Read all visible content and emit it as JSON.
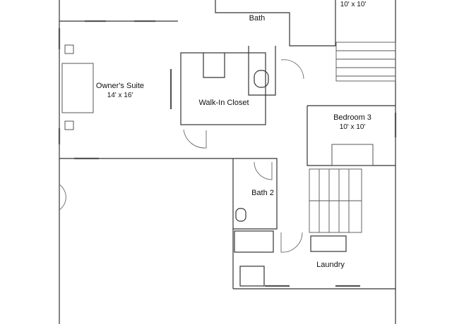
{
  "rooms": {
    "bath": {
      "name": "Bath"
    },
    "bedroom_top": {
      "dims": "10' x 10'"
    },
    "owners_suite": {
      "name": "Owner's Suite",
      "dims": "14' x 16'"
    },
    "walk_in": {
      "name": "Walk-In Closet"
    },
    "bedroom3": {
      "name": "Bedroom 3",
      "dims": "10' x 10'"
    },
    "bath2": {
      "name": "Bath 2"
    },
    "laundry": {
      "name": "Laundry"
    }
  },
  "colors": {
    "wall": "#333333",
    "line": "#777777",
    "window": "#555555"
  }
}
